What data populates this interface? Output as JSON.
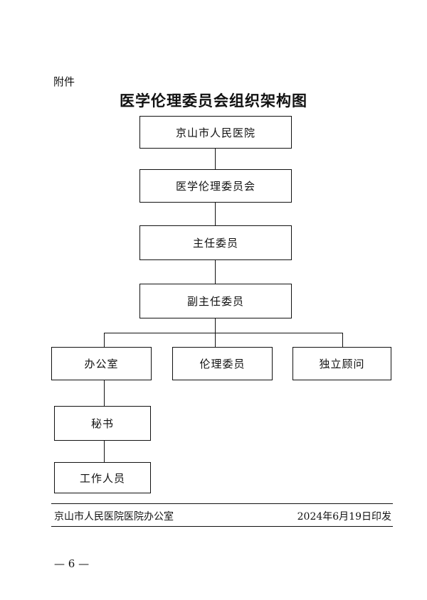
{
  "header": {
    "attachment_label": "附件",
    "title": "医学伦理委员会组织架构图"
  },
  "org_chart": {
    "levels": [
      {
        "label": "京山市人民医院"
      },
      {
        "label": "医学伦理委员会"
      },
      {
        "label": "主任委员"
      },
      {
        "label": "副主任委员"
      }
    ],
    "branches": [
      {
        "label": "办公室"
      },
      {
        "label": "伦理委员"
      },
      {
        "label": "独立顾问"
      }
    ],
    "office_chain": [
      {
        "label": "秘书"
      },
      {
        "label": "工作人员"
      }
    ]
  },
  "footer": {
    "issuer": "京山市人民医院医院办公室",
    "date_issued": "2024年6月19日印发"
  },
  "page_number": "— 6 —"
}
